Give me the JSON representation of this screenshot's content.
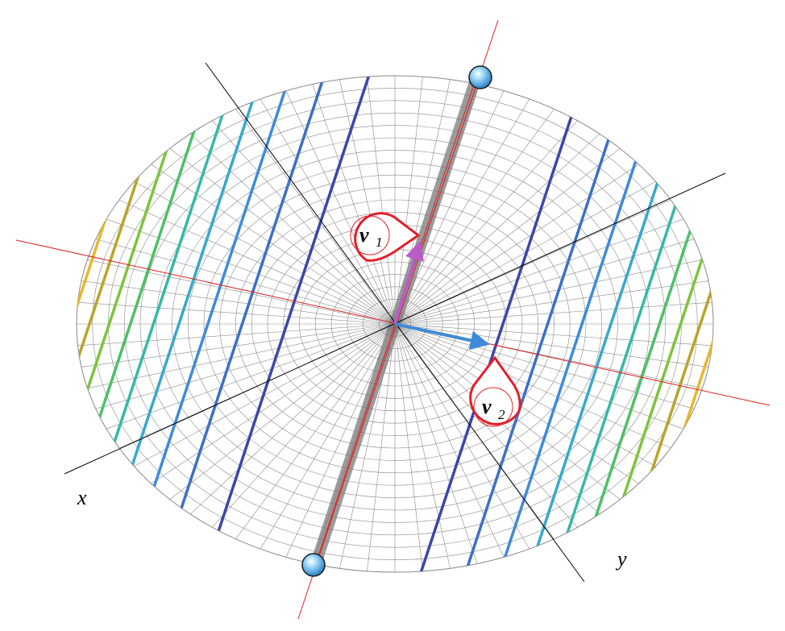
{
  "labels": {
    "x_axis": "x",
    "y_axis": "y"
  },
  "vectors": [
    {
      "name": "v",
      "subscript": "1",
      "color": "#b85cc8"
    },
    {
      "name": "v",
      "subscript": "2",
      "color": "#3f8ad8"
    }
  ],
  "contour_colors": [
    "#3a47a8",
    "#3d6fc6",
    "#3f8ad8",
    "#36a9c9",
    "#35b8a8",
    "#4cc065",
    "#7cc43c",
    "#b8a42a",
    "#e8b72a"
  ],
  "colors": {
    "axis_red": "#e02020",
    "axis_black": "#000000",
    "grid": "#8a8a8a",
    "callout": "#e0202a",
    "band": "#7a7a7a"
  }
}
